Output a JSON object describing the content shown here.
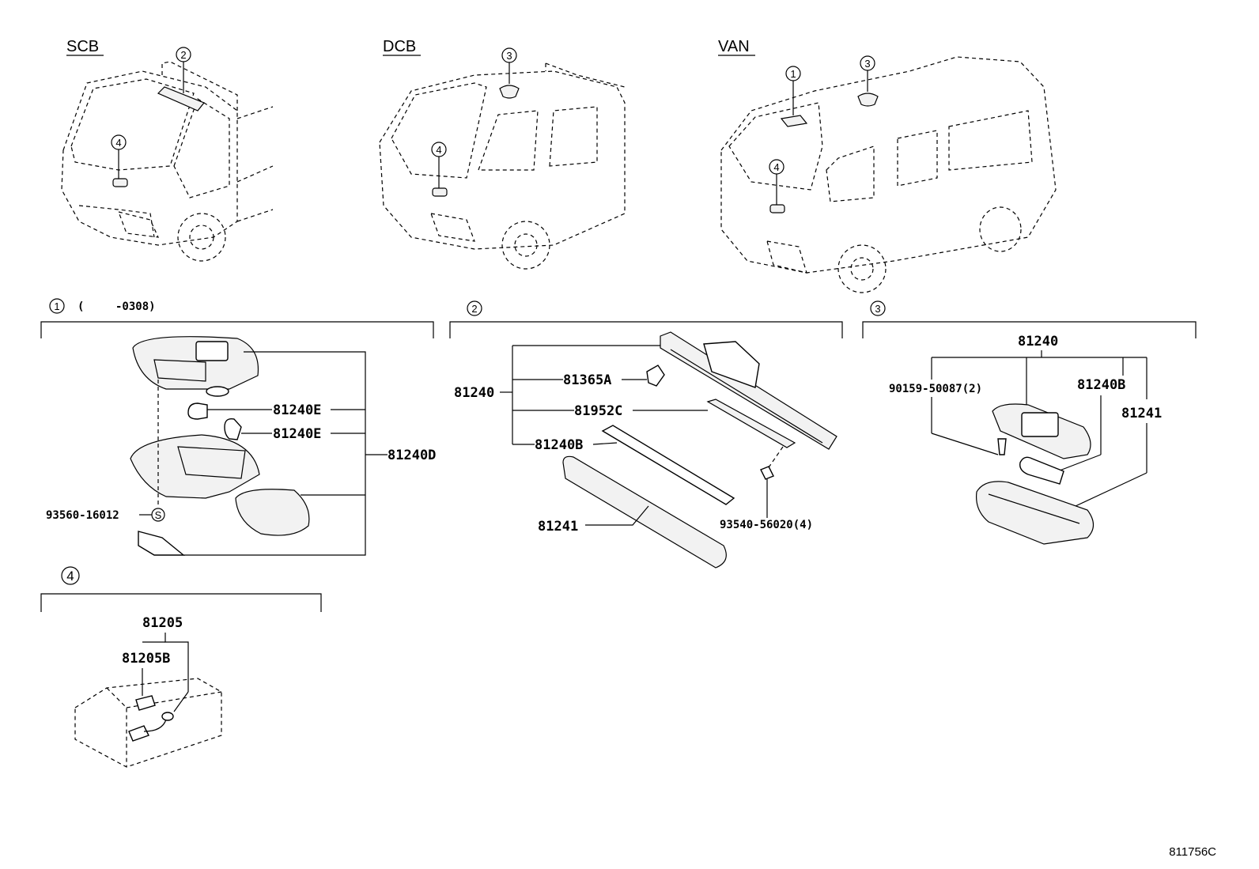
{
  "views": {
    "scb": {
      "label": "SCB",
      "callouts": [
        "2",
        "4"
      ]
    },
    "dcb": {
      "label": "DCB",
      "callouts": [
        "3",
        "4"
      ]
    },
    "van": {
      "label": "VAN",
      "callouts": [
        "1",
        "3",
        "4"
      ]
    }
  },
  "section1": {
    "index": "1",
    "range_open": "(",
    "range_end": "-0308)",
    "parts": {
      "bulb_a": "81240E",
      "bulb_b": "81240E",
      "assembly": "81240D",
      "screw": "93560-16012",
      "screw_mark": "S"
    }
  },
  "section2": {
    "index": "2",
    "parts": {
      "assembly": "81240",
      "clip": "81365A",
      "plate": "81952C",
      "bulb": "81240B",
      "lens": "81241",
      "screw": "93540-56020(4)"
    }
  },
  "section3": {
    "index": "3",
    "parts": {
      "assembly": "81240",
      "screw": "90159-50087(2)",
      "bulb": "81240B",
      "lens": "81241"
    }
  },
  "section4": {
    "index": "4",
    "parts": {
      "assembly": "81205",
      "bulb": "81205B"
    }
  },
  "figure_code": "811756C"
}
